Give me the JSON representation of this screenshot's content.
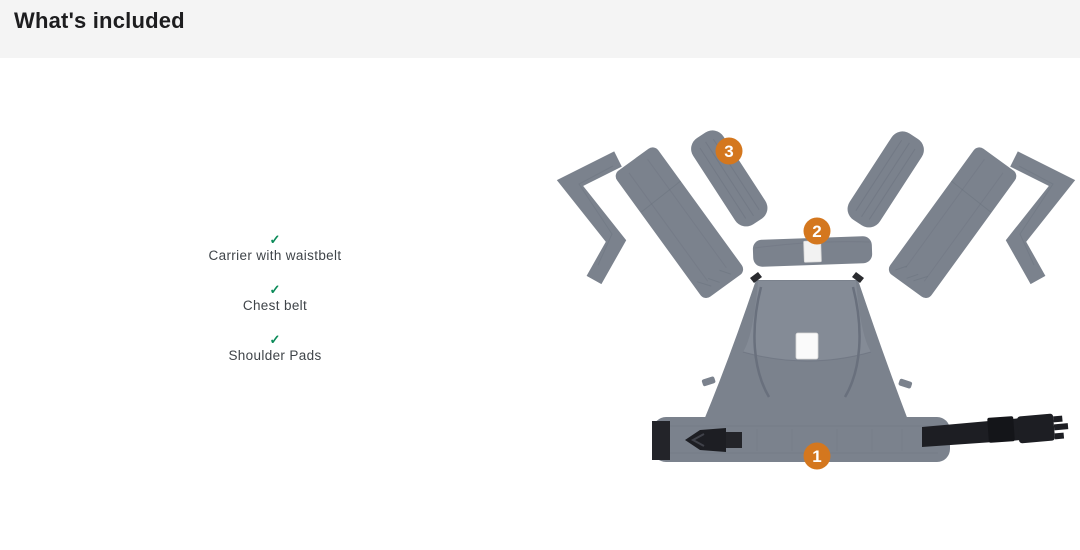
{
  "header": {
    "title": "What's included"
  },
  "check_glyph": "✓",
  "included_items": [
    {
      "label": "Carrier with waistbelt"
    },
    {
      "label": "Chest belt"
    },
    {
      "label": "Shoulder Pads"
    }
  ],
  "product_image": {
    "alt": "Disassembled grey baby carrier laid flat: carrier body with waistbelt, chest belt and two shoulder pads, numbered 1 to 3",
    "badges": [
      {
        "number": "1",
        "refers_to": "Carrier with waistbelt"
      },
      {
        "number": "2",
        "refers_to": "Chest belt"
      },
      {
        "number": "3",
        "refers_to": "Shoulder Pads"
      }
    ]
  },
  "colors": {
    "header_background": "#f4f4f4",
    "header_text": "#1d1d1f",
    "item_text": "#3f4449",
    "check_green": "#0a8a58",
    "badge_orange": "#d4771e",
    "fabric_gray": "#7b828d",
    "strap_black": "#1d1e23",
    "page_background": "#ffffff"
  }
}
